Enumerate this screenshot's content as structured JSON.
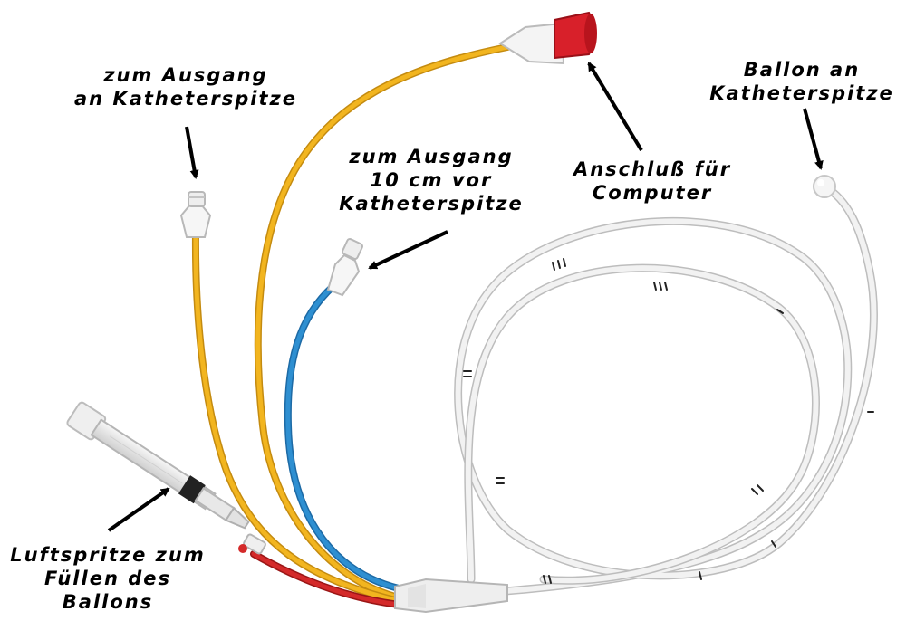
{
  "labels": {
    "outlet_tip": {
      "line1": "zum Ausgang",
      "line2": "an Katheterspitze"
    },
    "outlet_10cm": {
      "line1": "zum Ausgang",
      "line2": "10 cm vor",
      "line3": "Katheterspitze"
    },
    "computer": {
      "line1": "Anschluß für",
      "line2": "Computer"
    },
    "balloon": {
      "line1": "Ballon an",
      "line2": "Katheterspitze"
    },
    "syringe": {
      "line1": "Luftspritze zum",
      "line2": "Füllen des",
      "line3": "Ballons"
    }
  },
  "colors": {
    "yellow_lumen": "#f2b51f",
    "blue_lumen": "#2e8fd1",
    "red_lumen": "#d42a2a",
    "catheter_body": "#ececec",
    "connector_red": "#d8202a",
    "arrow": "#000000"
  }
}
